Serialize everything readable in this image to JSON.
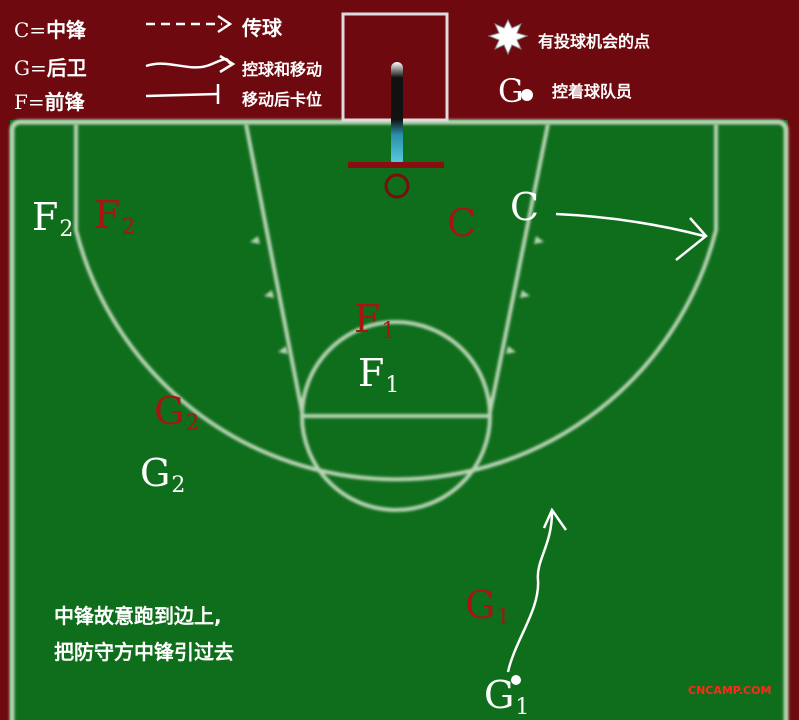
{
  "legend": {
    "center": {
      "key": "C=",
      "label": "中锋"
    },
    "guard": {
      "key": "G=",
      "label": "后卫"
    },
    "forward": {
      "key": "F=",
      "label": "前锋"
    },
    "pass": "传球",
    "dribble_move": "控球和移动",
    "move_screen": "移动后卡位",
    "shot_spot": "有投球机会的点",
    "ball_handler_key": "G",
    "ball_handler": "控着球队员"
  },
  "players": {
    "f2_white": {
      "letter": "F",
      "sub": "2"
    },
    "f2_red": {
      "letter": "F",
      "sub": "2"
    },
    "c_red": {
      "letter": "C",
      "sub": ""
    },
    "c_white": {
      "letter": "C",
      "sub": ""
    },
    "f1_red": {
      "letter": "F",
      "sub": "1"
    },
    "f1_white": {
      "letter": "F",
      "sub": "1"
    },
    "g2_red": {
      "letter": "G",
      "sub": "2"
    },
    "g2_white": {
      "letter": "G",
      "sub": "2"
    },
    "g1_red": {
      "letter": "G",
      "sub": "1"
    },
    "g1_white": {
      "letter": "G",
      "sub": "1"
    }
  },
  "note": {
    "line1": "中锋故意跑到边上,",
    "line2": "把防守方中锋引过去"
  },
  "watermark": "CNCAMP.COM",
  "colors": {
    "background": "#6e0a0f",
    "court": "#0f6e1b",
    "court_lines": "#b7d3b4",
    "defense": "#a81410",
    "offense": "#ffffff"
  }
}
